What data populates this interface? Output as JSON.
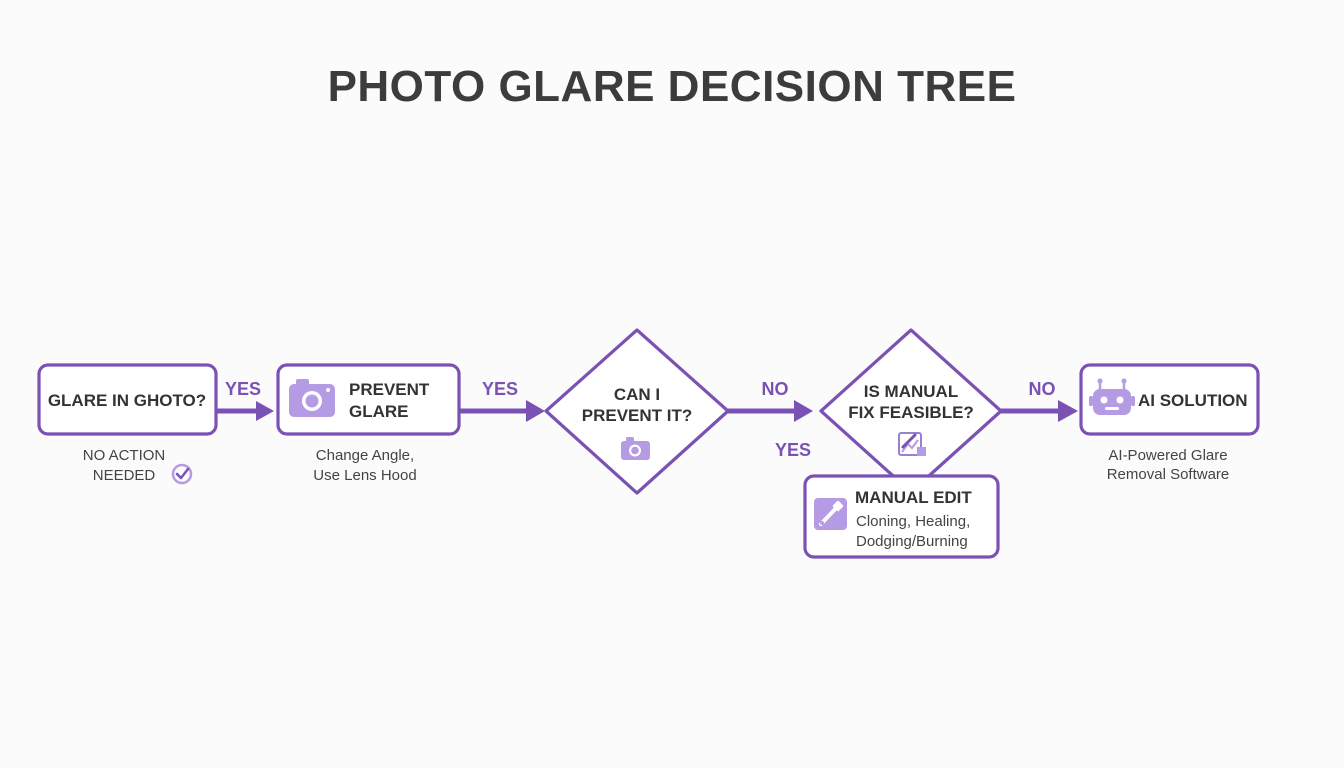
{
  "title": "PHOTO GLARE DECISION TREE",
  "colors": {
    "accent": "#7a52b3",
    "icon_fill": "#b49be3",
    "text": "#333333"
  },
  "nodes": {
    "glare": {
      "label": "GLARE IN GHOTO?",
      "caption_1": "NO ACTION",
      "caption_2": "NEEDED",
      "caption_icon": "check-circle-icon"
    },
    "prevent": {
      "label_1": "PREVENT",
      "label_2": "GLARE",
      "icon": "camera-icon",
      "caption_1": "Change Angle,",
      "caption_2": "Use Lens Hood"
    },
    "can_prevent": {
      "label_1": "CAN I",
      "label_2": "PREVENT IT?",
      "icon": "camera-icon"
    },
    "manual_fix": {
      "label_1": "IS MANUAL",
      "label_2": "FIX FEASIBLE?",
      "icon": "photo-edit-icon"
    },
    "manual_edit": {
      "label": "MANUAL EDIT",
      "detail_1": "Cloning, Healing,",
      "detail_2": "Dodging/Burning",
      "icon": "brush-icon"
    },
    "ai_solution": {
      "label": "AI SOLUTION",
      "icon": "robot-icon",
      "caption_1": "AI-Powered Glare",
      "caption_2": "Removal Software"
    }
  },
  "edges": {
    "glare_to_prevent": "YES",
    "prevent_to_can": "YES",
    "can_to_manual": "NO",
    "can_yes": "YES",
    "manual_to_ai": "NO"
  }
}
